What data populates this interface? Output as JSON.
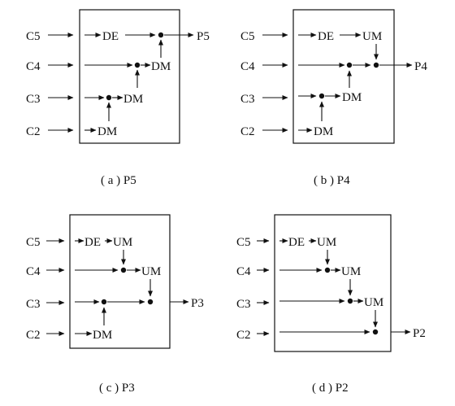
{
  "panels": [
    {
      "id": "a",
      "caption": "( a ) P5",
      "inputs": [
        "C5",
        "C4",
        "C3",
        "C2"
      ],
      "output": "P5",
      "labels": {
        "r1_de": "DE",
        "r2_dm": "DM",
        "r3_dm": "DM",
        "r4_dm": "DM"
      }
    },
    {
      "id": "b",
      "caption": "( b ) P4",
      "inputs": [
        "C5",
        "C4",
        "C3",
        "C2"
      ],
      "output": "P4",
      "labels": {
        "r1_de": "DE",
        "r1_um": "UM",
        "r2_dm": "DM",
        "r3_dm": "DM"
      }
    },
    {
      "id": "c",
      "caption": "( c ) P3",
      "inputs": [
        "C5",
        "C4",
        "C3",
        "C2"
      ],
      "output": "P3",
      "labels": {
        "r1_de": "DE",
        "r1_um": "UM",
        "r2_um": "UM",
        "r3_dm": "DM"
      }
    },
    {
      "id": "d",
      "caption": "( d ) P2",
      "inputs": [
        "C5",
        "C4",
        "C3",
        "C2"
      ],
      "output": "P2",
      "labels": {
        "r1_de": "DE",
        "r1_um": "UM",
        "r2_um": "UM",
        "r3_um": "UM"
      }
    }
  ],
  "colors": {
    "ink": "#111111",
    "background": "#ffffff"
  }
}
